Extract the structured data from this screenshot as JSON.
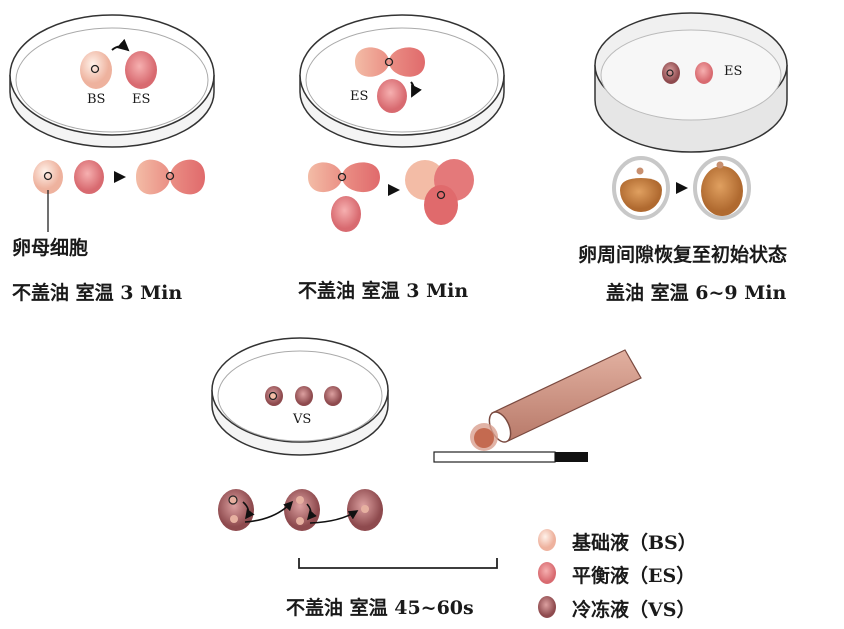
{
  "colors": {
    "bs": "#f6c9b6",
    "es": "#e8858a",
    "vs": "#a85a5e",
    "oocyte_brown": "#c27a3c"
  },
  "panel1": {
    "dish_labels": [
      "BS",
      "ES"
    ],
    "oocyte_label": "卵母细胞",
    "condition": "不盖油  室温 3 Min"
  },
  "panel2": {
    "dish_label": "ES",
    "condition": "不盖油  室温 3 Min"
  },
  "panel3": {
    "dish_label": "ES",
    "note": "卵周间隙恢复至初始状态",
    "condition": "盖油  室温 6~9 Min"
  },
  "panel4": {
    "dish_label": "VS",
    "condition": "不盖油  室温 45~60s"
  },
  "legend": [
    {
      "label": "基础液（BS）",
      "color": "#f6c9b6"
    },
    {
      "label": "平衡液（ES）",
      "color": "#e8858a"
    },
    {
      "label": "冷冻液（VS）",
      "color": "#a85a5e"
    }
  ]
}
